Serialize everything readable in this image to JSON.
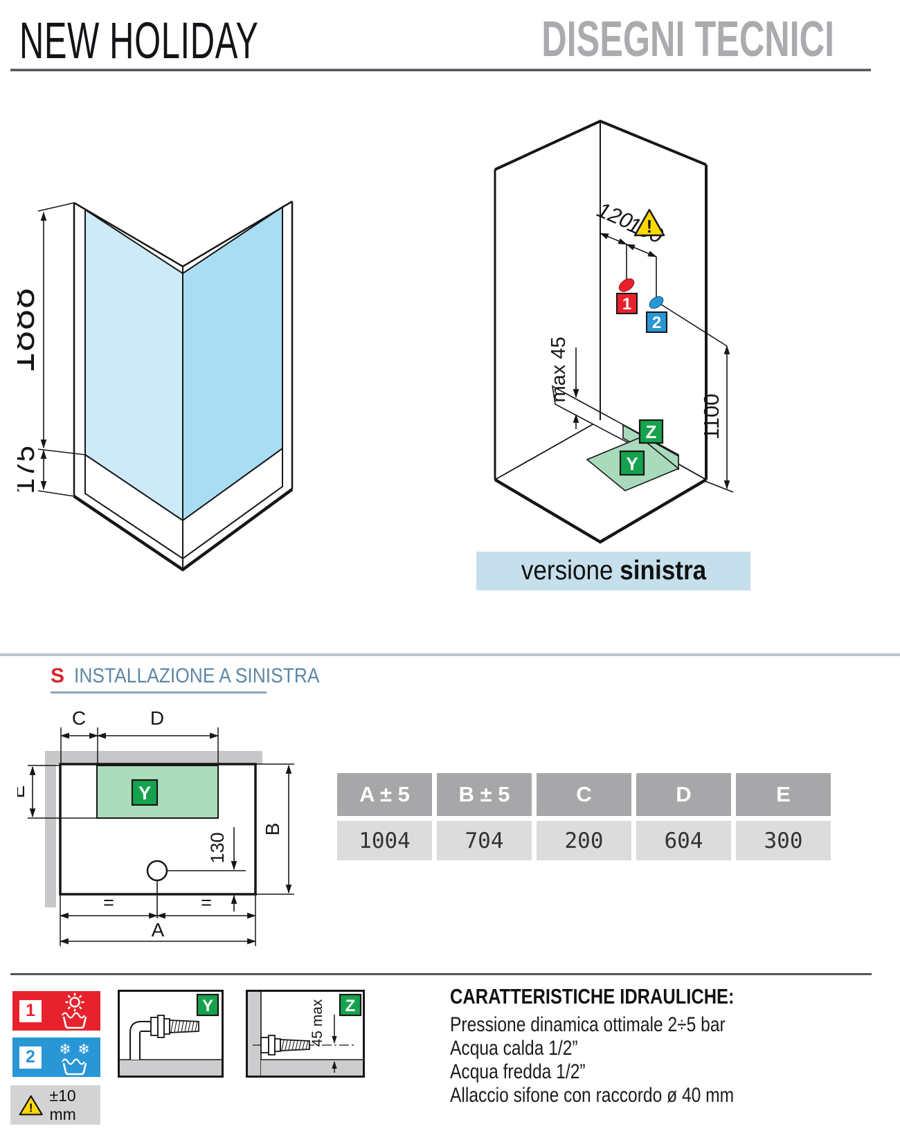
{
  "header": {
    "product": "NEW HOLIDAY",
    "page_title": "DISEGNI TECNICI"
  },
  "left_drawing": {
    "glass_height": "1888",
    "tray_height": "175"
  },
  "right_drawing": {
    "dim_corner_to_hot": "120",
    "dim_hot_to_cold": "100",
    "dim_floor_to_points": "1100",
    "tray_edge_note": "max 45",
    "hot_point": "1",
    "cold_point": "2",
    "drain_zone": "Y",
    "wall_zone": "Z",
    "caption_normal": "versione",
    "caption_bold": "sinistra",
    "warning_mark": "!"
  },
  "plan": {
    "marker": "S",
    "title": "INSTALLAZIONE A SINISTRA",
    "dim_a": "A",
    "dim_b": "B",
    "dim_c": "C",
    "dim_d": "D",
    "dim_e": "E",
    "drain_offset": "130",
    "equal_left": "=",
    "equal_right": "=",
    "zone_y": "Y"
  },
  "table": {
    "headers": [
      "A ± 5",
      "B ± 5",
      "C",
      "D",
      "E"
    ],
    "values": [
      "1004",
      "704",
      "200",
      "604",
      "300"
    ]
  },
  "legend": {
    "hot_number": "1",
    "cold_number": "2",
    "tolerance": "±10 mm",
    "tolerance_mark": "!",
    "y_label": "Y",
    "z_label": "Z",
    "z_dim": "45 max",
    "snowflake_left": "❄",
    "snowflake_right": "❄"
  },
  "hydraulics": {
    "title": "CARATTERISTICHE IDRAULICHE:",
    "lines": [
      "Pressione dinamica ottimale 2÷5 bar",
      "Acqua calda 1/2”",
      "Acqua fredda 1/2”",
      "Allaccio sifone con raccordo ø 40 mm"
    ]
  },
  "colors": {
    "accent_red": "#e8222d",
    "accent_blue": "#2996d6",
    "green": "#16a24d",
    "green_light": "#abdcbd",
    "glass_light": "#cdeaf8",
    "glass_dark": "#a8ddf4",
    "caption_bg": "#c6dfec",
    "table_header_bg": "#a7a7aa",
    "table_value_bg": "#dcdcdd",
    "warning_yellow": "#ffd800",
    "wall_gray": "#c7c7c9"
  }
}
